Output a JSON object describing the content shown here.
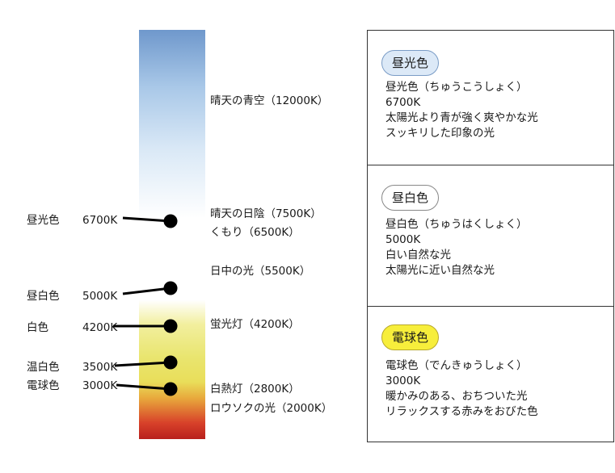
{
  "scale": {
    "temperatures": [
      {
        "label": "晴天の青空（12000K）"
      },
      {
        "label": "晴天の日陰（7500K）"
      },
      {
        "label": "くもり（6500K）"
      },
      {
        "label": "日中の光（5500K）"
      },
      {
        "label": "蛍光灯（4200K）"
      },
      {
        "label": "白熱灯（2800K）"
      },
      {
        "label": "ロウソクの光（2000K）"
      }
    ],
    "markers": [
      {
        "name": "昼光色",
        "kelvin": "6700K"
      },
      {
        "name": "昼白色",
        "kelvin": "5000K"
      },
      {
        "name": "白色",
        "kelvin": "4200K"
      },
      {
        "name": "温白色",
        "kelvin": "3500K"
      },
      {
        "name": "電球色",
        "kelvin": "3000K"
      }
    ]
  },
  "panel": {
    "sections": [
      {
        "badge": "昼光色",
        "badge_color": "#dce9f7",
        "badge_border": "#7a9cc6",
        "lines": [
          "昼光色（ちゅうこうしょく）",
          "6700K",
          "太陽光より青が強く爽やかな光",
          "スッキリした印象の光"
        ]
      },
      {
        "badge": "昼白色",
        "badge_color": "#ffffff",
        "badge_border": "#888888",
        "lines": [
          "昼白色（ちゅうはくしょく）",
          "5000K",
          "白い自然な光",
          "太陽光に近い自然な光"
        ]
      },
      {
        "badge": "電球色",
        "badge_color": "#f7ee3b",
        "badge_border": "#b7a82a",
        "lines": [
          "電球色（でんきゅうしょく）",
          "3000K",
          "暖かみのある、おちついた光",
          "リラックスする赤みをおびた色"
        ]
      }
    ]
  }
}
